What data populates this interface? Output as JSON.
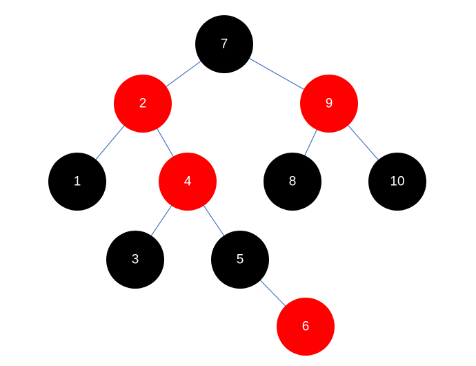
{
  "tree": {
    "colors": {
      "black": "#000000",
      "red": "#ff0000",
      "edge": "#4472c4",
      "label": "#ffffff"
    },
    "nodes": [
      {
        "id": "n7",
        "label": "7",
        "color": "black"
      },
      {
        "id": "n2",
        "label": "2",
        "color": "red"
      },
      {
        "id": "n9",
        "label": "9",
        "color": "red"
      },
      {
        "id": "n1",
        "label": "1",
        "color": "black"
      },
      {
        "id": "n4",
        "label": "4",
        "color": "red"
      },
      {
        "id": "n8",
        "label": "8",
        "color": "black"
      },
      {
        "id": "n10",
        "label": "10",
        "color": "black"
      },
      {
        "id": "n3",
        "label": "3",
        "color": "black"
      },
      {
        "id": "n5",
        "label": "5",
        "color": "black"
      },
      {
        "id": "n6",
        "label": "6",
        "color": "red"
      }
    ],
    "edges": [
      {
        "from": "n7",
        "to": "n2"
      },
      {
        "from": "n7",
        "to": "n9"
      },
      {
        "from": "n2",
        "to": "n1"
      },
      {
        "from": "n2",
        "to": "n4"
      },
      {
        "from": "n9",
        "to": "n8"
      },
      {
        "from": "n9",
        "to": "n10"
      },
      {
        "from": "n4",
        "to": "n3"
      },
      {
        "from": "n4",
        "to": "n5"
      },
      {
        "from": "n5",
        "to": "n6"
      }
    ]
  }
}
